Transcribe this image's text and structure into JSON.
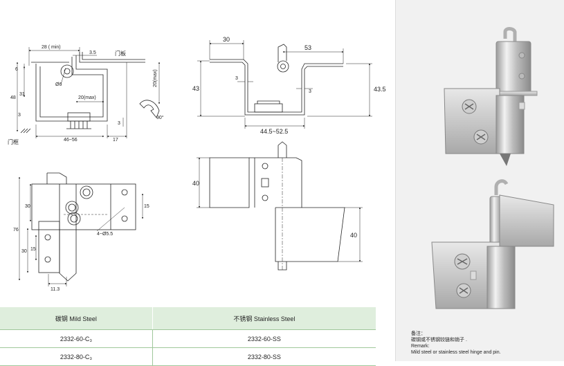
{
  "drawing_top_left": {
    "dims": {
      "min28": "28 ( min)",
      "d35": "3.5",
      "door_plate": "门板",
      "d6": "6",
      "d48": "48",
      "d31": "31",
      "d3a": "3",
      "d3b": "3",
      "d20max": "20(max)",
      "d20max_v": "20(max)",
      "d46_56": "46~56",
      "d17": "17",
      "door_frame": "门框",
      "angle": "90°",
      "dia": "Ø6"
    }
  },
  "drawing_top_mid": {
    "dims": {
      "d30": "30",
      "d53": "53",
      "d43": "43",
      "d43_5": "43.5",
      "d3a": "3",
      "d3b": "3",
      "d44_5": "44.5~52.5"
    }
  },
  "drawing_bottom_left": {
    "dims": {
      "d76": "76",
      "d30a": "30",
      "d30b": "30",
      "d15a": "15",
      "d15b": "15",
      "holes": "4~Ø5.5",
      "d11_3": "11.3"
    }
  },
  "drawing_bottom_mid": {
    "dims": {
      "d40a": "40",
      "d40b": "40"
    }
  },
  "table": {
    "headers": [
      "碳钢 Mild Steel",
      "不锈钢 Stainless Steel"
    ],
    "rows": [
      [
        "2332-60-C₃",
        "2332-60-SS"
      ],
      [
        "2332-80-C₃",
        "2332-80-SS"
      ]
    ]
  },
  "remark": {
    "cn_title": "备注：",
    "cn_text": "碳钢或不锈钢铰链和销子 .",
    "en_title": "Remark:",
    "en_text": "Mild steel or stainless steel hinge and pin."
  }
}
